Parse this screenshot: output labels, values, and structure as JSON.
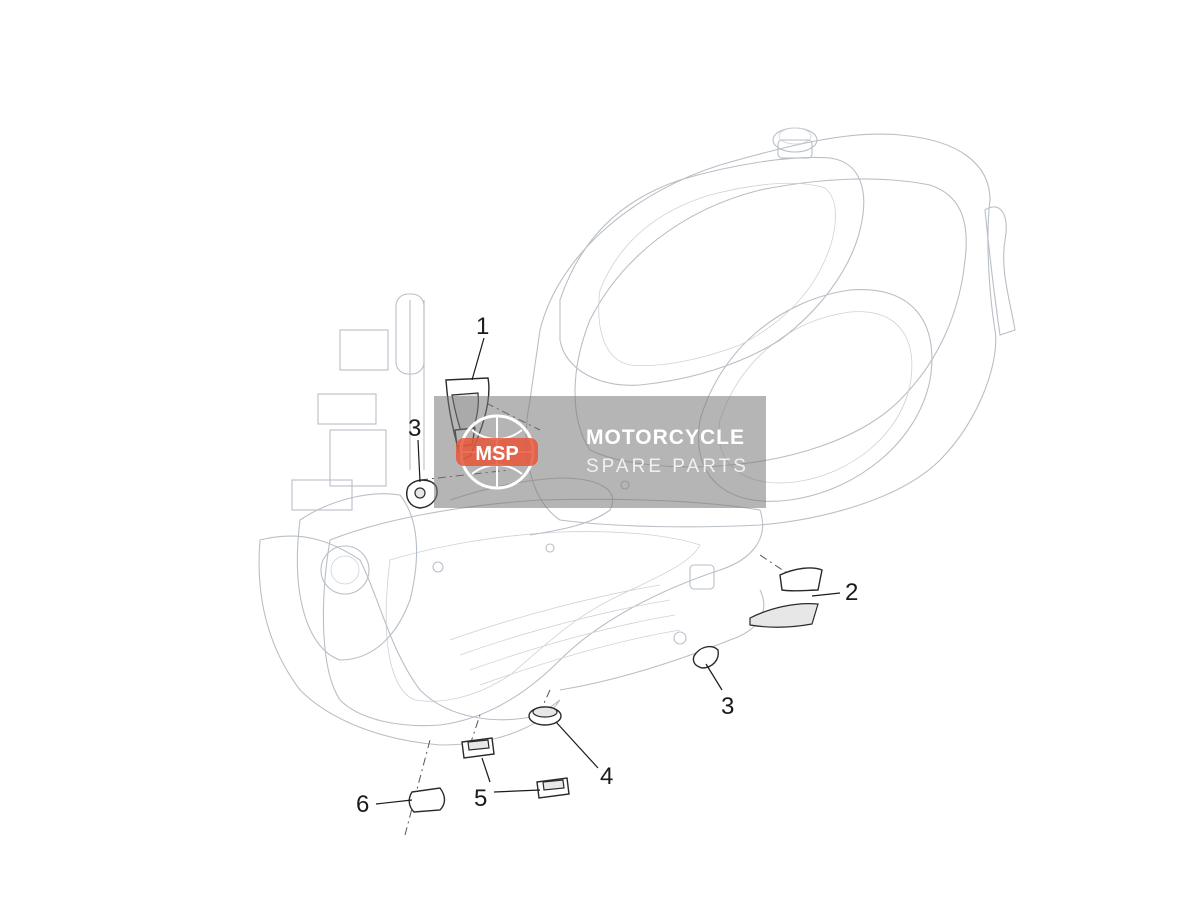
{
  "callouts": [
    {
      "id": "1",
      "label": "1"
    },
    {
      "id": "2",
      "label": "2"
    },
    {
      "id": "3a",
      "label": "3"
    },
    {
      "id": "3b",
      "label": "3"
    },
    {
      "id": "4",
      "label": "4"
    },
    {
      "id": "5",
      "label": "5"
    },
    {
      "id": "6",
      "label": "6"
    }
  ],
  "watermark": {
    "logo_text": "MSP",
    "line1": "MOTORCYCLE",
    "line2": "SPARE PARTS"
  },
  "colors": {
    "outline": "#b9bfc6",
    "ink": "#1a1a1a",
    "watermark_bg": "#787878",
    "watermark_accent": "#e8553a"
  }
}
